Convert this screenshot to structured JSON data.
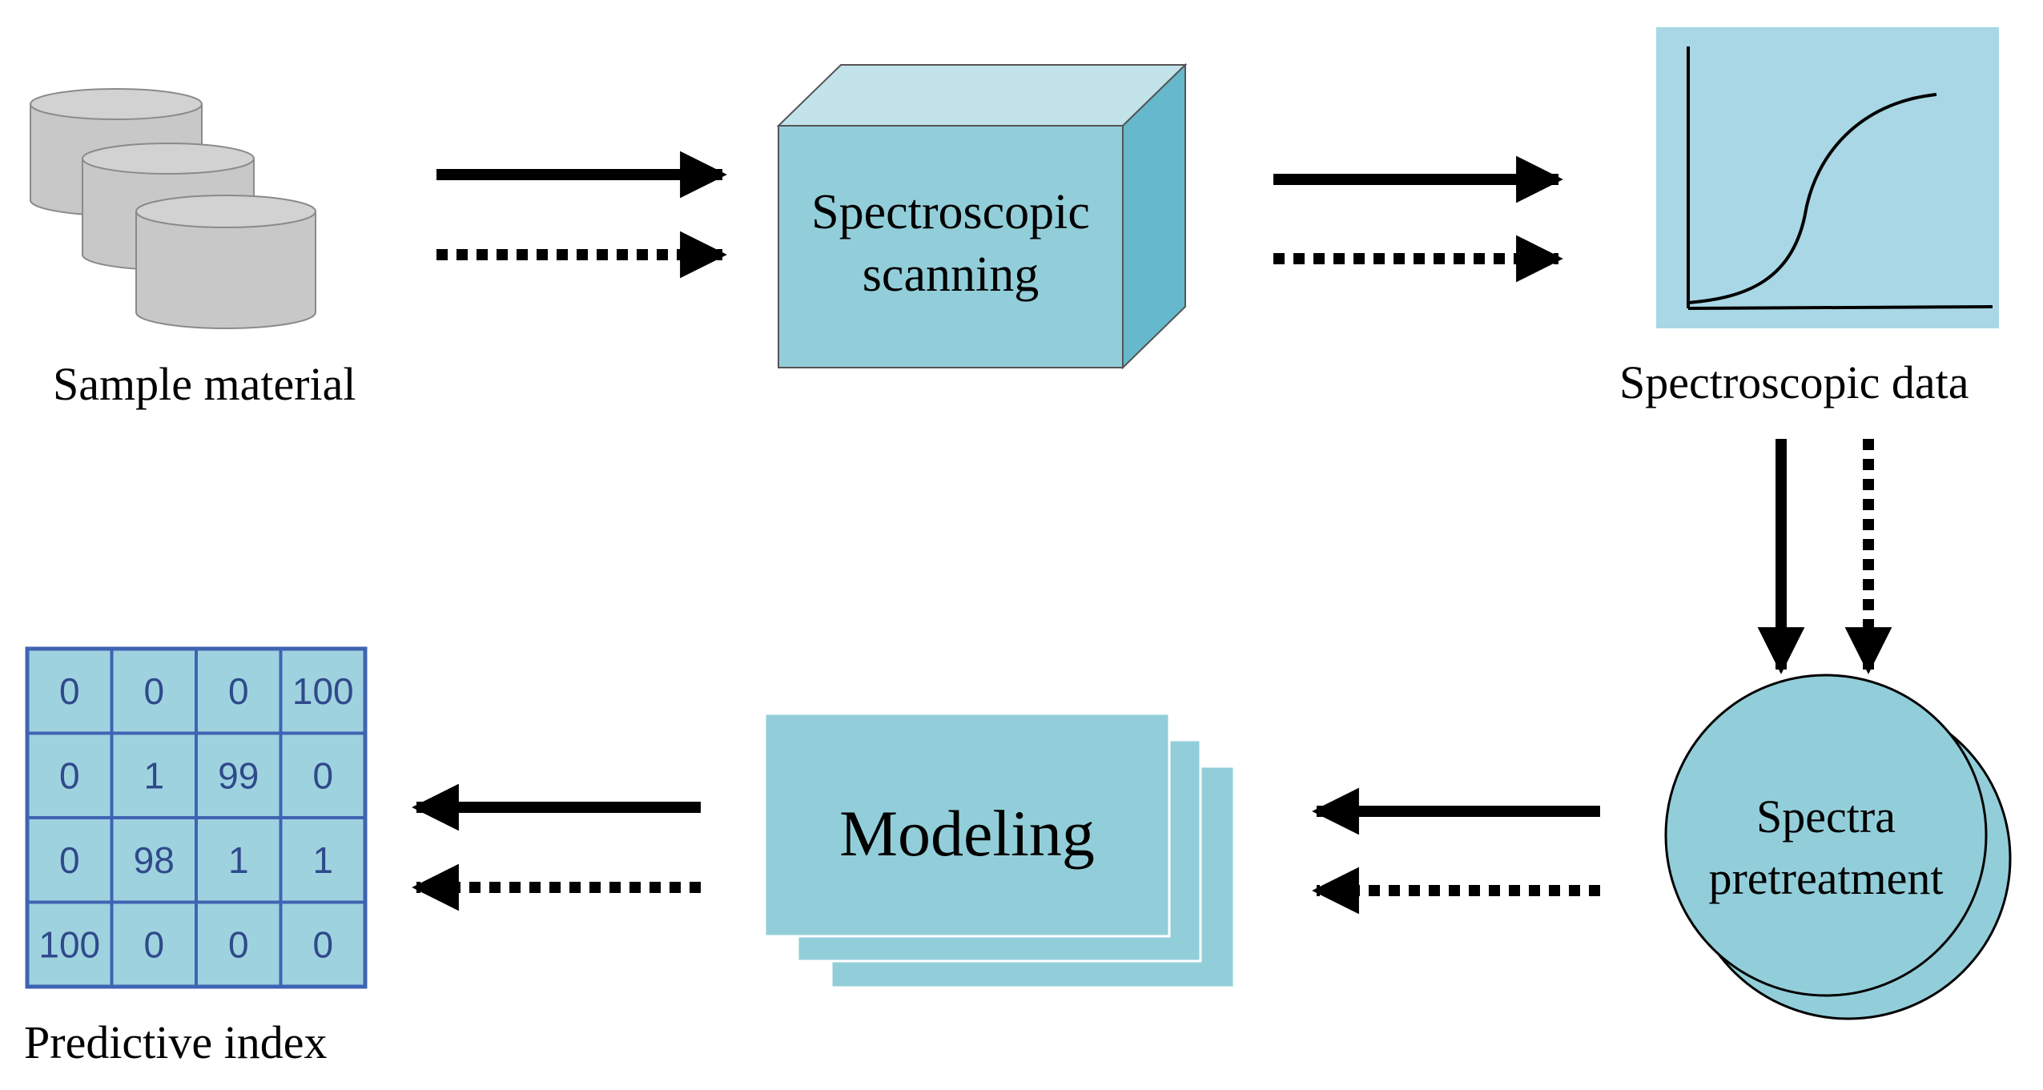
{
  "colors": {
    "box_fill": "#92ced9",
    "box_top": "#c2e3ea",
    "box_side": "#66b8cc",
    "chart_bg": "#a9d7e5",
    "cylinder": "#c8c8c8",
    "matrix_border": "#3f63b3",
    "matrix_fill": "#9fd2df",
    "matrix_text": "#2f4a8a"
  },
  "nodes": {
    "sample_material": {
      "label": "Sample material",
      "icon": "database-cylinders-icon"
    },
    "spectroscopic_scanning": {
      "line1": "Spectroscopic",
      "line2": "scanning"
    },
    "spectroscopic_data": {
      "label": "Spectroscopic data",
      "icon": "spectrum-curve-icon"
    },
    "spectra_pretreatment": {
      "line1": "Spectra",
      "line2": "pretreatment"
    },
    "modeling": {
      "label": "Modeling"
    },
    "predictive_index": {
      "label": "Predictive index",
      "matrix": [
        [
          "0",
          "0",
          "0",
          "100"
        ],
        [
          "0",
          "1",
          "99",
          "0"
        ],
        [
          "0",
          "98",
          "1",
          "1"
        ],
        [
          "100",
          "0",
          "0",
          "0"
        ]
      ]
    }
  }
}
